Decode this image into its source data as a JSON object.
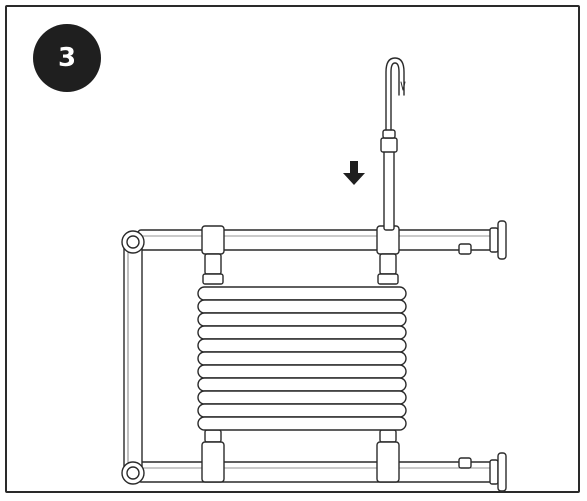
{
  "step": {
    "number": "3",
    "badge_color": "#1f1f1f",
    "badge_text_color": "#ffffff"
  },
  "illustration": {
    "subject": "towel-radiator",
    "action": "insert-pipe-downwards",
    "line_color": "#2a2a2a",
    "fill_color": "#ffffff",
    "arrow_color": "#1f1f1f"
  }
}
